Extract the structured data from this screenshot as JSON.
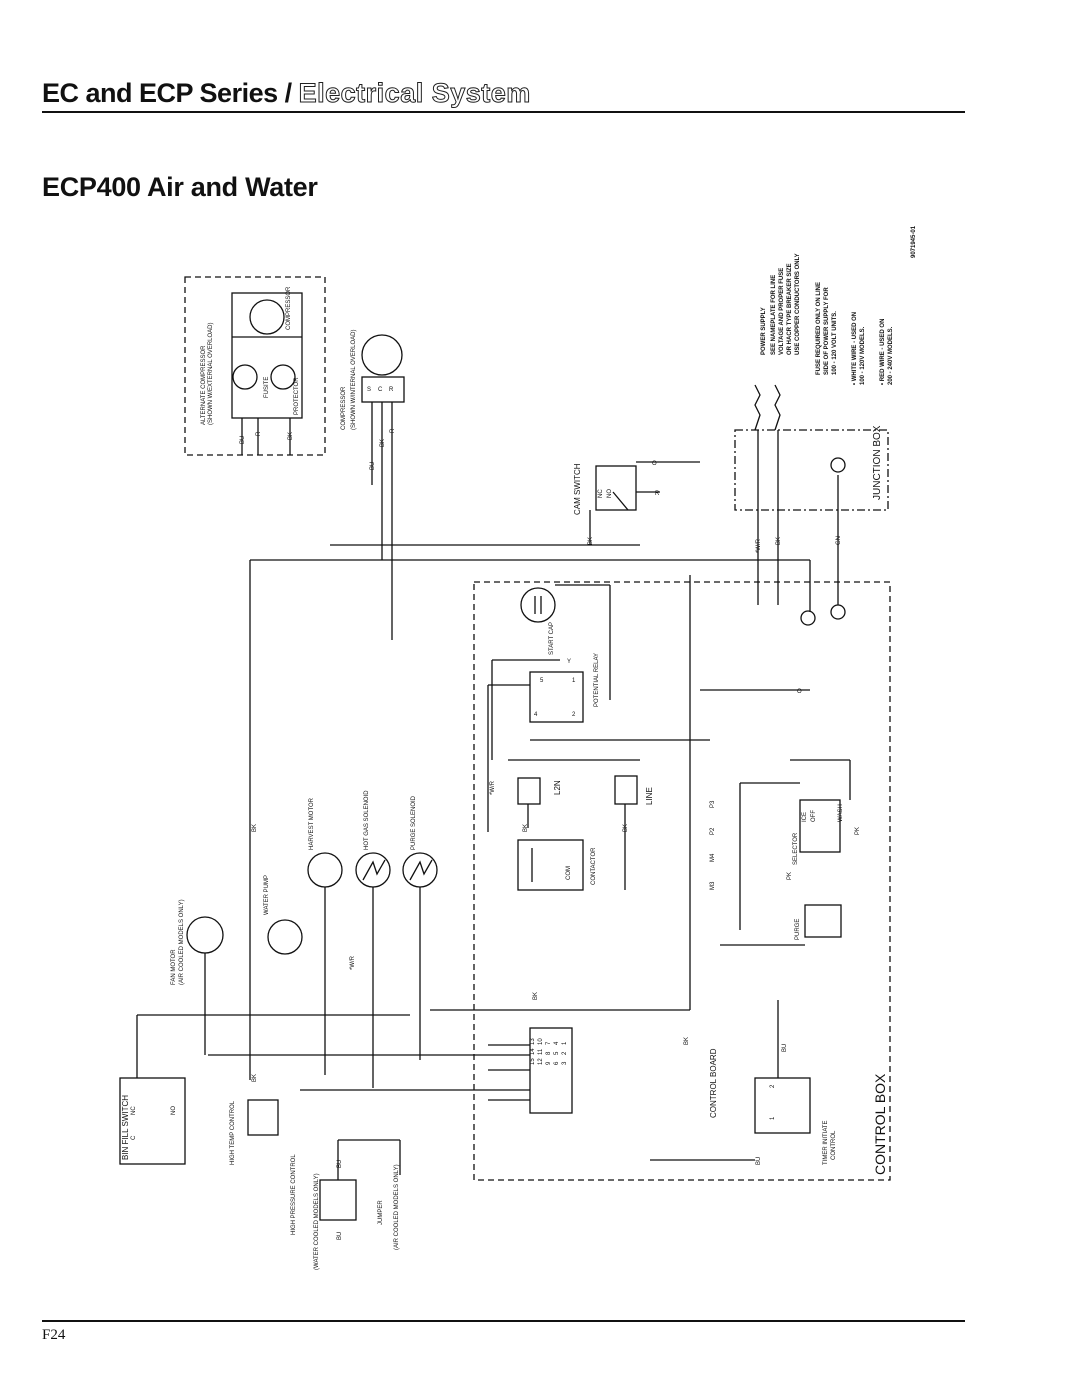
{
  "header": {
    "series": "EC and ECP Series /",
    "section": "Electrical System"
  },
  "subtitle": "ECP400 Air and Water",
  "page_number": "F24",
  "diagram": {
    "part_number": "9071945-01",
    "notes": {
      "power_supply": "POWER SUPPLY",
      "l1": "SEE NAMEPLATE FOR LINE",
      "l2": "VOLTAGE AND PROPER FUSE",
      "l3": "OR HACR TYPE BREAKER SIZE",
      "l4": "USE COPPER CONDUCTORS ONLY",
      "l5": "FUSE REQUIRED ONLY ON LINE",
      "l6": "SIDE OF POWER SUPPLY FOR",
      "l7": "100 - 120 VOLT UNITS.",
      "l8": "• WHITE WIRE - USED ON",
      "l9": "100 - 120V MODELS.",
      "l10": "• RED WIRE - USED ON",
      "l11": "200 - 240V MODELS."
    },
    "labels": {
      "alt_compressor": "ALTERNATE COMPRESSOR",
      "alt_compressor_note": "(SHOWN W/EXTERNAL OVERLOAD)",
      "compressor": "COMPRESSOR",
      "compressor2": "COMPRESSOR",
      "compressor2_note": "(SHOWN W/INTERNAL OVERLOAD)",
      "fusite": "FUSITE",
      "protector": "PROTECTOR",
      "cam_switch": "CAM SWITCH",
      "junction_box": "JUNCTION BOX",
      "start_cap": "START CAP",
      "potential_relay": "POTENTIAL RELAY",
      "l2n": "L2N",
      "line": "LINE",
      "contactor": "CONTACTOR",
      "com": "COM",
      "harvest_motor": "HARVEST MOTOR",
      "hot_gas_solenoid": "HOT GAS SOLENOID",
      "purge_solenoid": "PURGE SOLENOID",
      "water_pump": "WATER PUMP",
      "fan_motor": "FAN MOTOR",
      "fan_motor_note": "(AIR COOLED MODELS ONLY)",
      "control_board": "CONTROL BOARD",
      "control_box": "CONTROL BOX",
      "timer_initiate": "TIMER INITIATE",
      "control": "CONTROL",
      "selector": "SELECTOR",
      "ice": "ICE",
      "off": "OFF",
      "wash": "WASH",
      "purge": "PURGE",
      "bin_fill_switch": "BIN FILL SWITCH",
      "high_temp_control": "HIGH TEMP CONTROL",
      "high_pressure_control": "HIGH PRESSURE CONTROL",
      "water_cooled_note": "(WATER COOLED MODELS ONLY)",
      "jumper": "JUMPER",
      "jumper_note": "(AIR COOLED MODELS ONLY)"
    },
    "wire_codes": {
      "bu": "BU",
      "r": "R",
      "bk": "BK",
      "pk": "PK",
      "gn": "GN",
      "wr": "*W/R",
      "y": "Y",
      "o": "O"
    },
    "terminals": {
      "s": "S",
      "c": "C",
      "r": "R",
      "nc": "NC",
      "no": "NO",
      "p3": "P3",
      "p2": "P2",
      "m4": "M4",
      "m3": "M3",
      "n1": "1",
      "n2": "2",
      "n4": "4",
      "n5": "5",
      "board_pins": [
        "1",
        "2",
        "3",
        "4",
        "5",
        "6",
        "7",
        "8",
        "9",
        "10",
        "11",
        "12",
        "13",
        "14",
        "15"
      ]
    }
  }
}
